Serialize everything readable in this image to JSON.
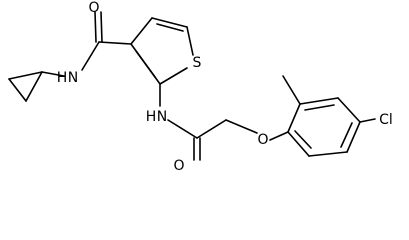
{
  "figure": {
    "type": "structural-formula",
    "colors": {
      "bond": "#000000",
      "text": "#000000",
      "background": "#ffffff"
    },
    "atom_labels": {
      "oxygen_amide_top": "O",
      "nh_cyclopropyl": "N",
      "nh_cyclopropyl_h": "H",
      "sulfur": "S",
      "nh_linker": "H",
      "nh_linker_n": "N",
      "oxygen_carbonyl": "O",
      "oxygen_ether": "O",
      "chlorine": "Cl"
    }
  }
}
